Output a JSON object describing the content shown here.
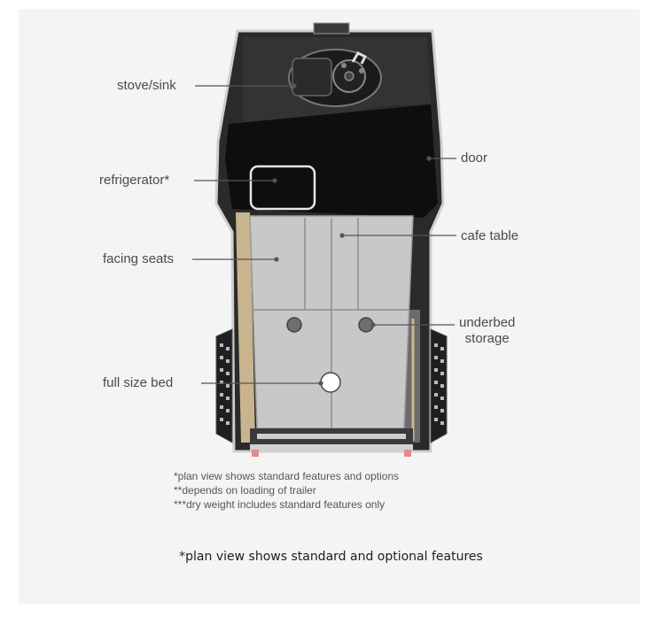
{
  "labels": {
    "stove_sink": "stove/sink",
    "refrigerator": "refrigerator*",
    "facing_seats": "facing seats",
    "full_size_bed": "full size bed",
    "door": "door",
    "cafe_table": "cafe table",
    "underbed_storage_line1": "underbed",
    "underbed_storage_line2": "storage"
  },
  "notes": [
    "*plan view shows standard features and options",
    "**depends on loading of trailer",
    "***dry weight includes standard features only"
  ],
  "caption": "*plan view shows standard and optional features"
}
